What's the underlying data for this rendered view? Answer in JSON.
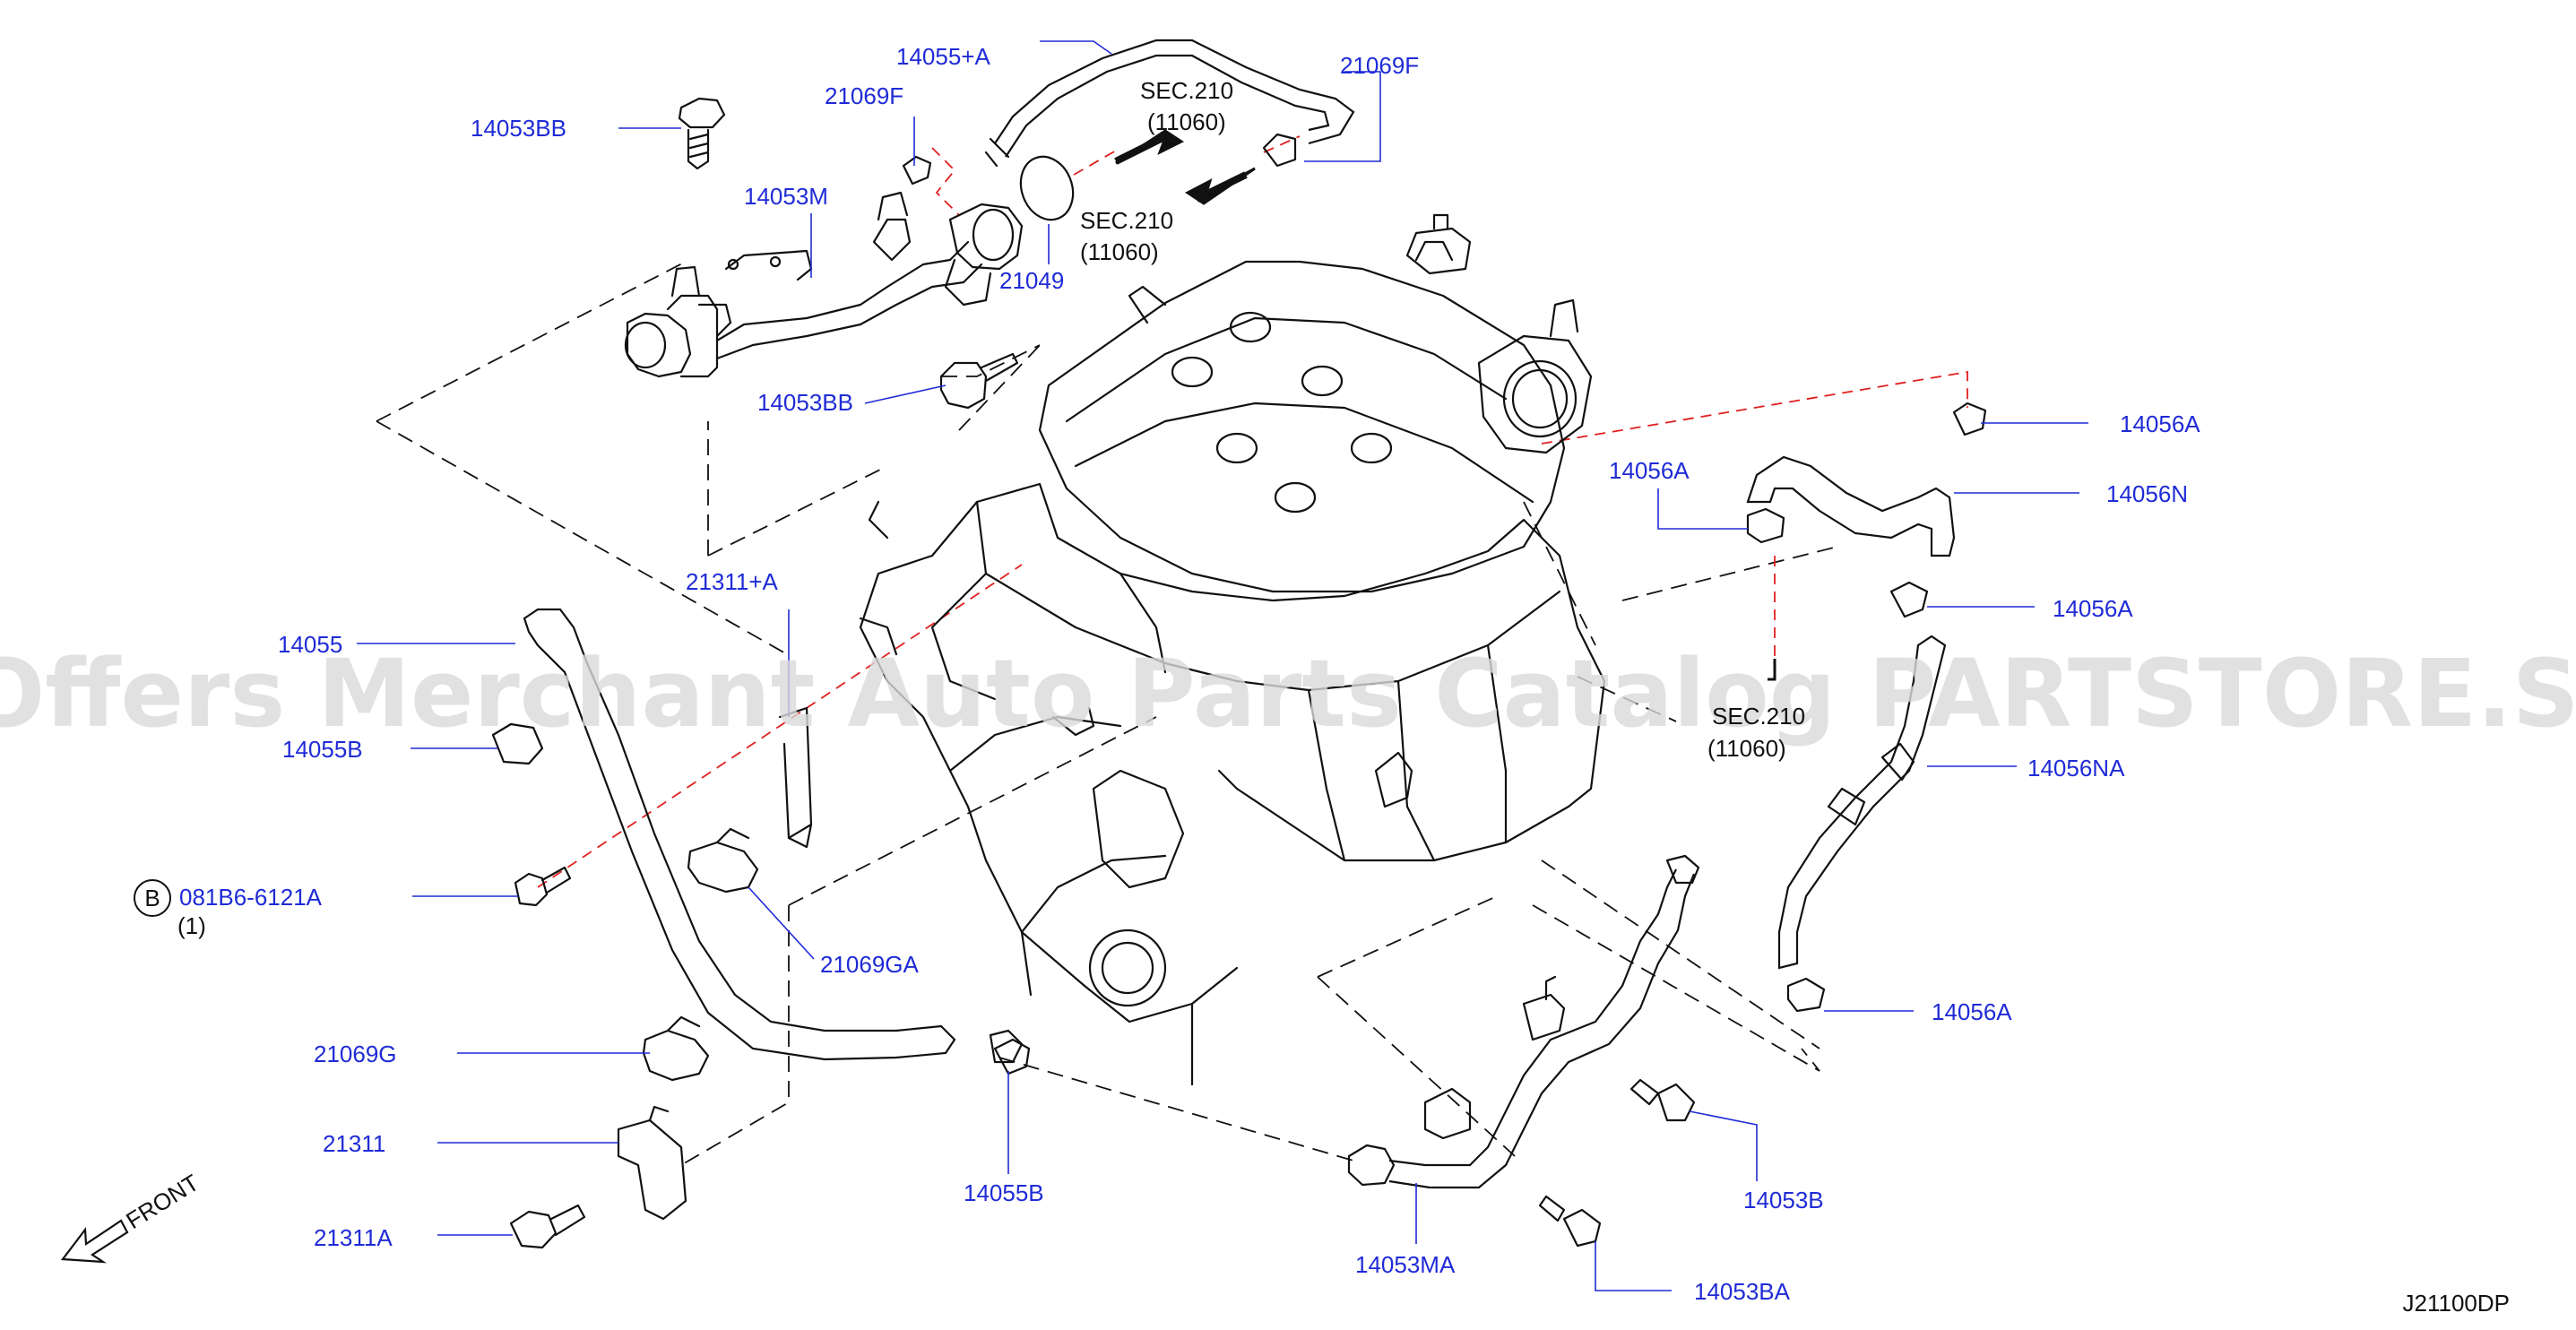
{
  "watermark": "Offers Merchant Auto Parts Catalog PARTSTORE.SA",
  "diagram_code": "J21100DP",
  "front_label": "FRONT",
  "section_refs": {
    "sec_top_a": {
      "line1": "SEC.210",
      "line2": "(11060)"
    },
    "sec_top_b": {
      "line1": "SEC.210",
      "line2": "(11060)"
    },
    "sec_right": {
      "line1": "SEC.210",
      "line2": "(11060)"
    }
  },
  "callouts": {
    "c_14055_a": "14055+A",
    "c_21069f_l": "21069F",
    "c_21069f_r": "21069F",
    "c_14053bb_t": "14053BB",
    "c_14053m": "14053M",
    "c_21049": "21049",
    "c_14053bb_m": "14053BB",
    "c_21311_a": "21311+A",
    "c_14055": "14055",
    "c_14055b_l": "14055B",
    "c_081b6": "081B6-6121A",
    "c_081b6_qty": "(1)",
    "c_b_badge": "B",
    "c_21069ga": "21069GA",
    "c_21069g": "21069G",
    "c_21311": "21311",
    "c_21311a": "21311A",
    "c_14055b_b": "14055B",
    "c_14053ma": "14053MA",
    "c_14053b": "14053B",
    "c_14053ba": "14053BA",
    "c_14056a_1": "14056A",
    "c_14056a_2": "14056A",
    "c_14056n": "14056N",
    "c_14056a_3": "14056A",
    "c_14056na": "14056NA",
    "c_14056a_4": "14056A"
  },
  "colors": {
    "label": "#1f2bd6",
    "outline": "#111111",
    "red_dash": "#e02020",
    "watermark": "#d9d9d9"
  }
}
